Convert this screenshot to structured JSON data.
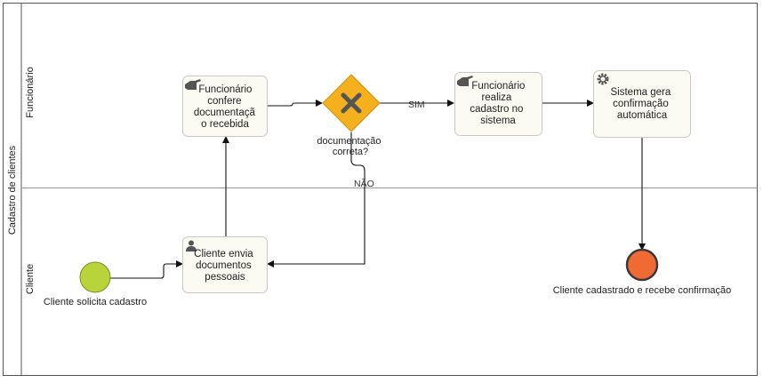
{
  "pool": {
    "label": "Cadastro de clientes"
  },
  "lanes": [
    {
      "id": "funcionario",
      "label": "Funcionário"
    },
    {
      "id": "cliente",
      "label": "Cliente"
    }
  ],
  "events": {
    "start": {
      "label": "Cliente solicita cadastro",
      "color": "#b8d43a"
    },
    "end": {
      "label": "Cliente cadastrado e recebe confirmação",
      "color": "#f06a34"
    }
  },
  "tasks": {
    "client_sends": {
      "lines": [
        "Cliente envia",
        "documentos",
        "pessoais"
      ],
      "icon": "user-icon"
    },
    "employee_checks": {
      "lines": [
        "Funcionário",
        "confere",
        "documentaçã",
        "o recebida"
      ],
      "icon": "hand-icon"
    },
    "employee_registers": {
      "lines": [
        "Funcionário",
        "realiza",
        "cadastro no",
        "sistema"
      ],
      "icon": "hand-icon"
    },
    "system_confirms": {
      "lines": [
        "Sistema gera",
        "confirmação",
        "automática"
      ],
      "icon": "gear-icon"
    }
  },
  "gateway": {
    "lines": [
      "documentação",
      "correta?"
    ],
    "color": "#f5b01e"
  },
  "flows": {
    "yes": "SIM",
    "no": "NÃO"
  }
}
